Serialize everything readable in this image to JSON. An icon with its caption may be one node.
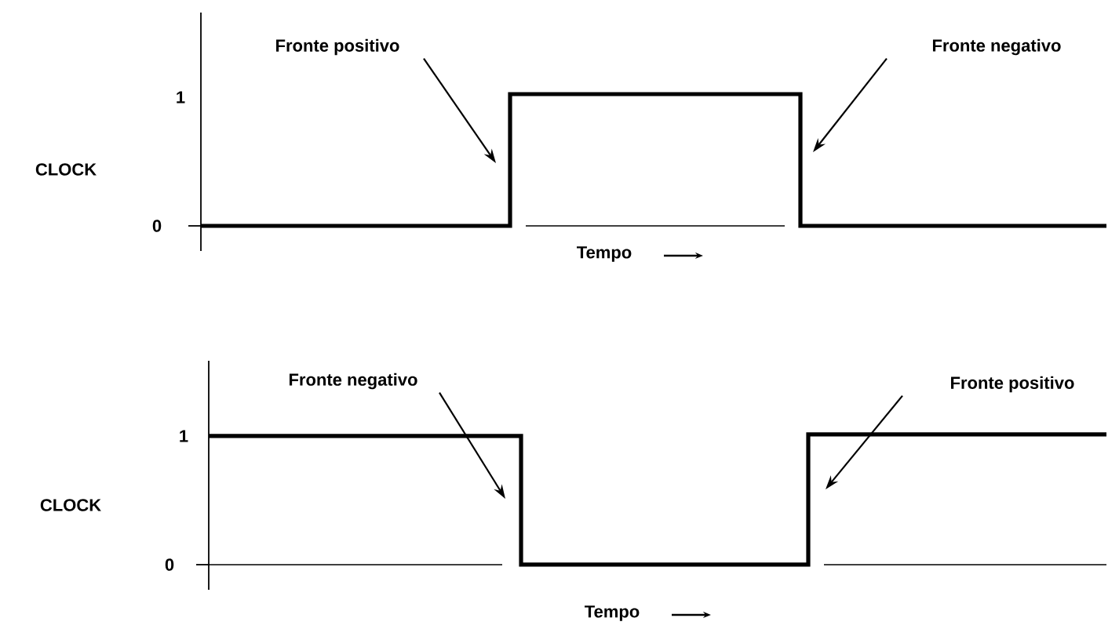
{
  "diagram": {
    "nodes": [
      {
        "text": [
          "Fronte positivo"
        ]
      },
      {
        "text": [
          "Fronte negativo"
        ]
      },
      {
        "text": [
          "Fronte negativo"
        ]
      },
      {
        "text": [
          "Fronte positivo"
        ]
      }
    ],
    "edges": [
      {
        "from": 0,
        "to": null,
        "arrow": "to"
      },
      {
        "from": 1,
        "to": null,
        "arrow": "to"
      },
      {
        "from": 2,
        "to": null,
        "arrow": "to"
      },
      {
        "from": 3,
        "to": null,
        "arrow": "to"
      }
    ],
    "labels": [
      "1",
      "CLOCK",
      "0",
      "Tempo",
      "1",
      "CLOCK",
      "0",
      "Tempo"
    ]
  }
}
